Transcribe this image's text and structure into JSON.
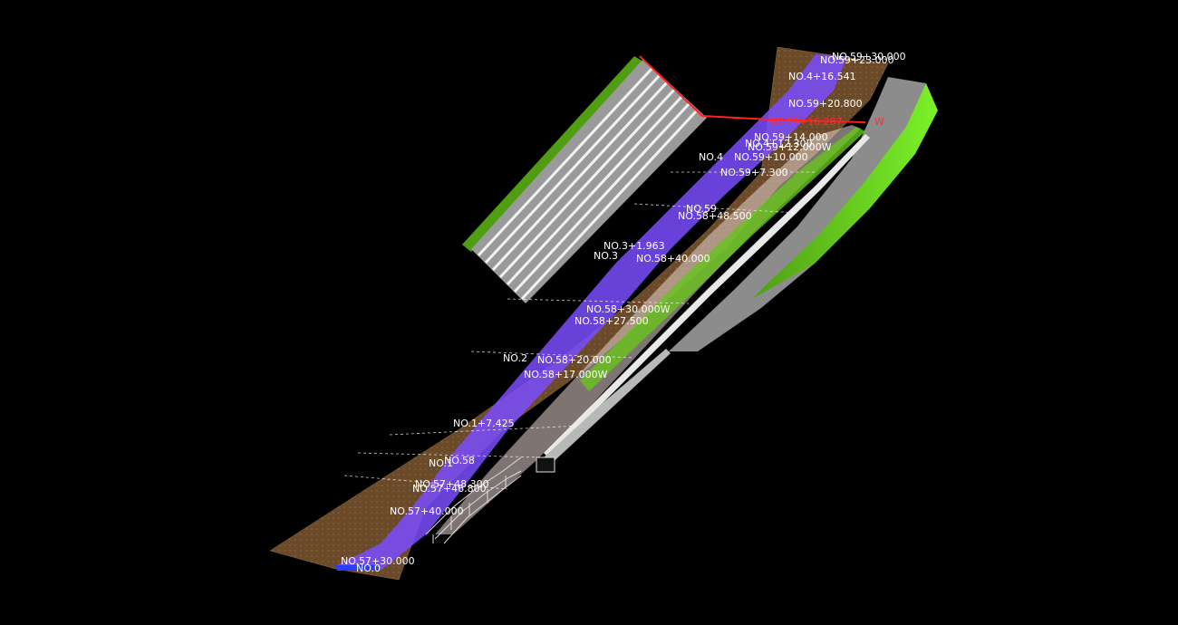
{
  "colors": {
    "background": "#000000",
    "ground": "#6b4a2a",
    "lane": "#7a4cff",
    "berm": "#cfd8c0",
    "slope_green": "#6ad21e",
    "wall_gray": "#8c8c8c",
    "rail_red": "#ff2020"
  },
  "labels": {
    "l01": "NO.59+30.000",
    "l02": "NO.59+23.000",
    "l03": "NO.4+16.541",
    "l04": "NO.59+20.800",
    "l05": "NO.59+16.287",
    "l06": "NO.59+14.000",
    "l07": "NO.4+12.300",
    "l08": "NO.59+12.000W",
    "l09": "NO.4",
    "l10": "NO.59+10.000",
    "l11": "NO.59+7.300",
    "l12": "NO.59",
    "l13": "NO.58+48.500",
    "l14": "NO.3+1.963",
    "l15": "NO.3",
    "l16": "NO.58+40.000",
    "l17": "NO.58+30.000W",
    "l18": "NO.58+27.500",
    "l19": "NO.2",
    "l20": "NO.58+20.000",
    "l21": "NO.58+17.000W",
    "l22": "NO.1+7.425",
    "l23": "NO.1",
    "l24": "NO.58",
    "l25": "NO.57+48.300",
    "l26": "NO.57+46.800",
    "l27": "NO.57+40.000",
    "l28": "NO.57+30.000",
    "l29": "NO.0",
    "l30": "W"
  }
}
